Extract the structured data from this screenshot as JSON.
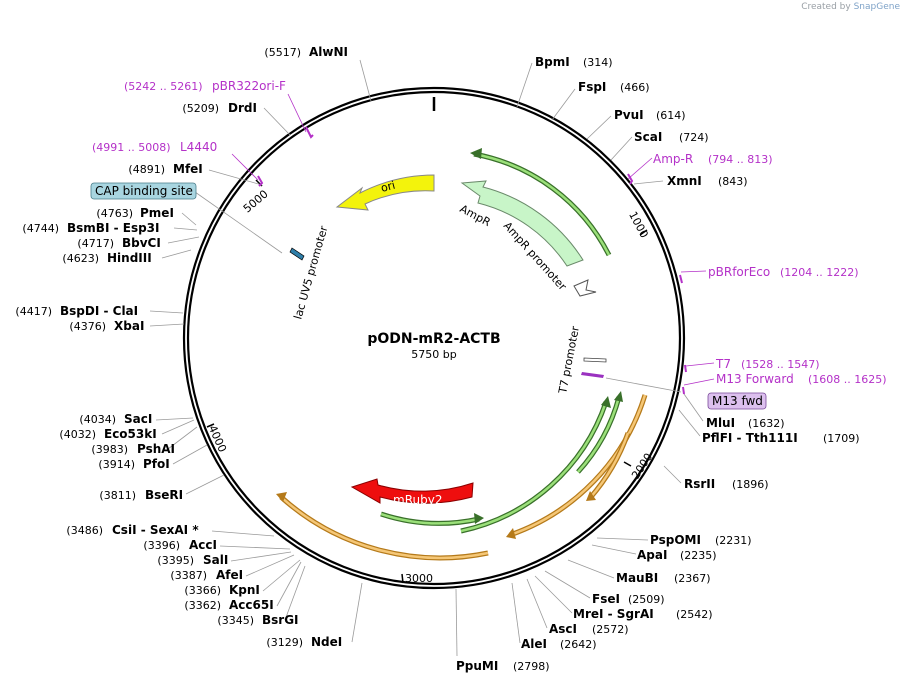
{
  "credit": {
    "prefix": "Created by",
    "brand": "SnapGene"
  },
  "plasmid": {
    "name": "pODN-mR2-ACTB",
    "length_label": "5750 bp",
    "length": 5750
  },
  "colors": {
    "black": "#000000",
    "purple": "#b431c8",
    "promoter_fill": "#ffffff",
    "ampr": "#c8f5c8",
    "ori": "#f3f30c",
    "mruby": "#ee0e0e",
    "orf_green": "#6fc13f",
    "orf_orange": "#f0a840",
    "cap_box": "#a8d5e0",
    "m13_box": "#dcc0ee"
  },
  "ticks": [
    {
      "pos": 1000,
      "label": "1000"
    },
    {
      "pos": 2000,
      "label": "2000"
    },
    {
      "pos": 3000,
      "label": "3000"
    },
    {
      "pos": 4000,
      "label": "4000"
    },
    {
      "pos": 5000,
      "label": "5000"
    }
  ],
  "enzymes": [
    {
      "name": "AlwNI",
      "pos": "(5517)",
      "side": "L"
    },
    {
      "name": "DrdI",
      "pos": "(5209)",
      "side": "L"
    },
    {
      "name": "MfeI",
      "pos": "(4891)",
      "side": "L"
    },
    {
      "name": "PmeI",
      "pos": "(4763)",
      "side": "L"
    },
    {
      "name": "BsmBI  -  Esp3I",
      "pos": "(4744)",
      "side": "L"
    },
    {
      "name": "BbvCI",
      "pos": "(4717)",
      "side": "L"
    },
    {
      "name": "HindIII",
      "pos": "(4623)",
      "side": "L"
    },
    {
      "name": "BspDI  -  ClaI",
      "pos": "(4417)",
      "side": "L"
    },
    {
      "name": "XbaI",
      "pos": "(4376)",
      "side": "L"
    },
    {
      "name": "SacI",
      "pos": "(4034)",
      "side": "L"
    },
    {
      "name": "Eco53kI",
      "pos": "(4032)",
      "side": "L"
    },
    {
      "name": "PshAI",
      "pos": "(3983)",
      "side": "L"
    },
    {
      "name": "PfoI",
      "pos": "(3914)",
      "side": "L"
    },
    {
      "name": "BseRI",
      "pos": "(3811)",
      "side": "L"
    },
    {
      "name": "CsiI  -  SexAI *",
      "pos": "(3486)",
      "side": "L"
    },
    {
      "name": "AccI",
      "pos": "(3396)",
      "side": "L"
    },
    {
      "name": "SalI",
      "pos": "(3395)",
      "side": "L"
    },
    {
      "name": "AfeI",
      "pos": "(3387)",
      "side": "L"
    },
    {
      "name": "KpnI",
      "pos": "(3366)",
      "side": "L"
    },
    {
      "name": "Acc65I",
      "pos": "(3362)",
      "side": "L"
    },
    {
      "name": "BsrGI",
      "pos": "(3345)",
      "side": "L"
    },
    {
      "name": "NdeI",
      "pos": "(3129)",
      "side": "L"
    },
    {
      "name": "BpmI",
      "pos": "(314)",
      "side": "R"
    },
    {
      "name": "FspI",
      "pos": "(466)",
      "side": "R"
    },
    {
      "name": "PvuI",
      "pos": "(614)",
      "side": "R"
    },
    {
      "name": "ScaI",
      "pos": "(724)",
      "side": "R"
    },
    {
      "name": "XmnI",
      "pos": "(843)",
      "side": "R"
    },
    {
      "name": "MluI",
      "pos": "(1632)",
      "side": "R"
    },
    {
      "name": "PflFI  -  Tth111I",
      "pos": "(1709)",
      "side": "R"
    },
    {
      "name": "RsrII",
      "pos": "(1896)",
      "side": "R"
    },
    {
      "name": "PspOMI",
      "pos": "(2231)",
      "side": "R"
    },
    {
      "name": "ApaI",
      "pos": "(2235)",
      "side": "R"
    },
    {
      "name": "MauBI",
      "pos": "(2367)",
      "side": "R"
    },
    {
      "name": "FseI",
      "pos": "(2509)",
      "side": "R"
    },
    {
      "name": "MreI  -  SgrAI",
      "pos": "(2542)",
      "side": "R"
    },
    {
      "name": "AscI",
      "pos": "(2572)",
      "side": "R"
    },
    {
      "name": "AleI",
      "pos": "(2642)",
      "side": "R"
    },
    {
      "name": "PpuMI",
      "pos": "(2798)",
      "side": "R"
    }
  ],
  "primers": [
    {
      "name": "pBR322ori-F",
      "range": "(5242 .. 5261)"
    },
    {
      "name": "L4440",
      "range": "(4991 .. 5008)"
    },
    {
      "name": "Amp-R",
      "range": "(794 .. 813)"
    },
    {
      "name": "pBRforEco",
      "range": "(1204 .. 1222)"
    },
    {
      "name": "T7",
      "range": "(1528 .. 1547)"
    },
    {
      "name": "M13 Forward",
      "range": "(1608 .. 1625)"
    }
  ],
  "features": {
    "ori": "ori",
    "ampr": "AmpR",
    "ampr_promoter": "AmpR promoter",
    "lacuv5": "lac UV5 promoter",
    "t7_promoter": "T7 promoter",
    "mruby2": "mRuby2",
    "cap_site": "CAP binding site",
    "m13_fwd": "M13 fwd"
  }
}
